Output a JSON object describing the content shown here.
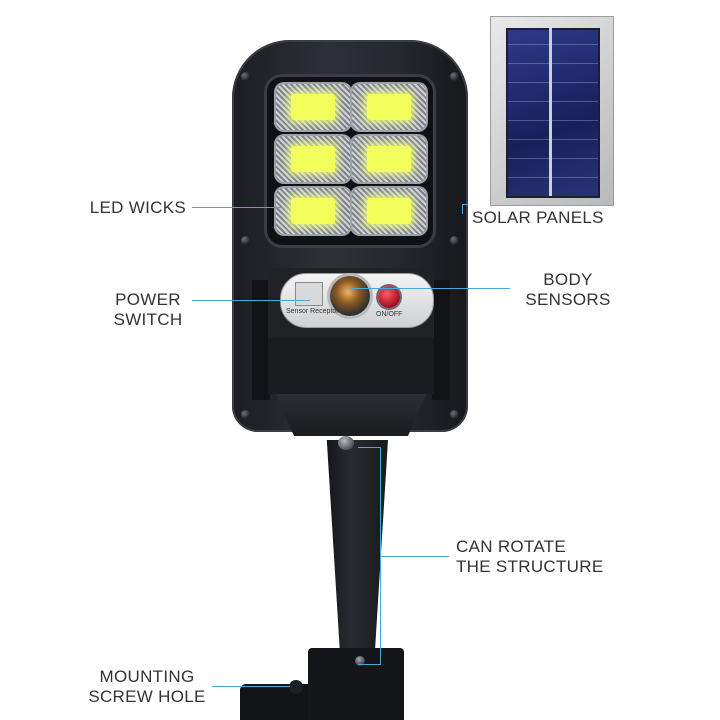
{
  "callouts": {
    "led_wicks": "LED WICKS",
    "solar_panels": "SOLAR PANELS",
    "power_switch": [
      "POWER",
      "SWITCH"
    ],
    "body_sensors": [
      "BODY",
      "SENSORS"
    ],
    "can_rotate": [
      "CAN ROTATE",
      "THE STRUCTURE"
    ],
    "mounting_hole": [
      "MOUNTING",
      "SCREW HOLE"
    ]
  },
  "device_labels": {
    "sensor_receptor": "Sensor Receptor",
    "on_off": "ON/OFF"
  },
  "colors": {
    "leader_line": "#4aa7d8",
    "led_glow": "#f2ff5a",
    "switch_button": "#c8102e"
  }
}
